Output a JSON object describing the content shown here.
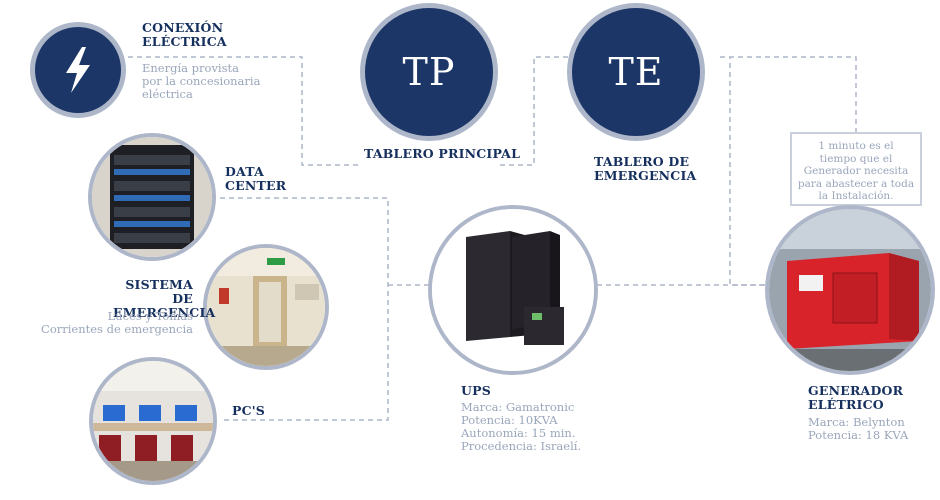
{
  "nodes": {
    "conexion": {
      "title_1": "CONEXIÓN",
      "title_2": "ELÉCTRICA",
      "desc": [
        "Energía provista",
        "por la concesionaria",
        "eléctrica"
      ]
    },
    "tp": {
      "abbr": "TP",
      "label": "TABLERO PRINCIPAL"
    },
    "te": {
      "abbr": "TE",
      "label_1": "TABLERO DE",
      "label_2": "EMERGENCIA"
    },
    "data_center": {
      "title_1": "DATA",
      "title_2": "CENTER"
    },
    "sistema": {
      "title_1": "SISTEMA DE",
      "title_2": "EMERGENCIA",
      "desc": [
        "Luces y Tomas",
        "Corrientes de emergencia"
      ]
    },
    "pcs": {
      "title": "PC'S"
    },
    "ups": {
      "title": "UPS",
      "desc": [
        "Marca: Gamatronic",
        "Potencia: 10KVA",
        "Autonomía: 15 min.",
        "Procedencia: Israelí."
      ]
    },
    "generador": {
      "title_1": "GENERADOR",
      "title_2": "ELÉTRICO",
      "desc": [
        "Marca: Belynton",
        "Potencia: 18 KVA"
      ],
      "note": [
        "1 minuto es el",
        "tiempo que el",
        "Generador necesita",
        "para abastecer a toda",
        "la Instalación."
      ]
    }
  },
  "icons": {
    "conexion": "lightning-bolt-icon"
  },
  "colors": {
    "navy": "#1b3667",
    "title": "#16305e",
    "ring": "#aeb7c9",
    "muted": "#9aa6bb",
    "dash": "#aeb7c9"
  }
}
